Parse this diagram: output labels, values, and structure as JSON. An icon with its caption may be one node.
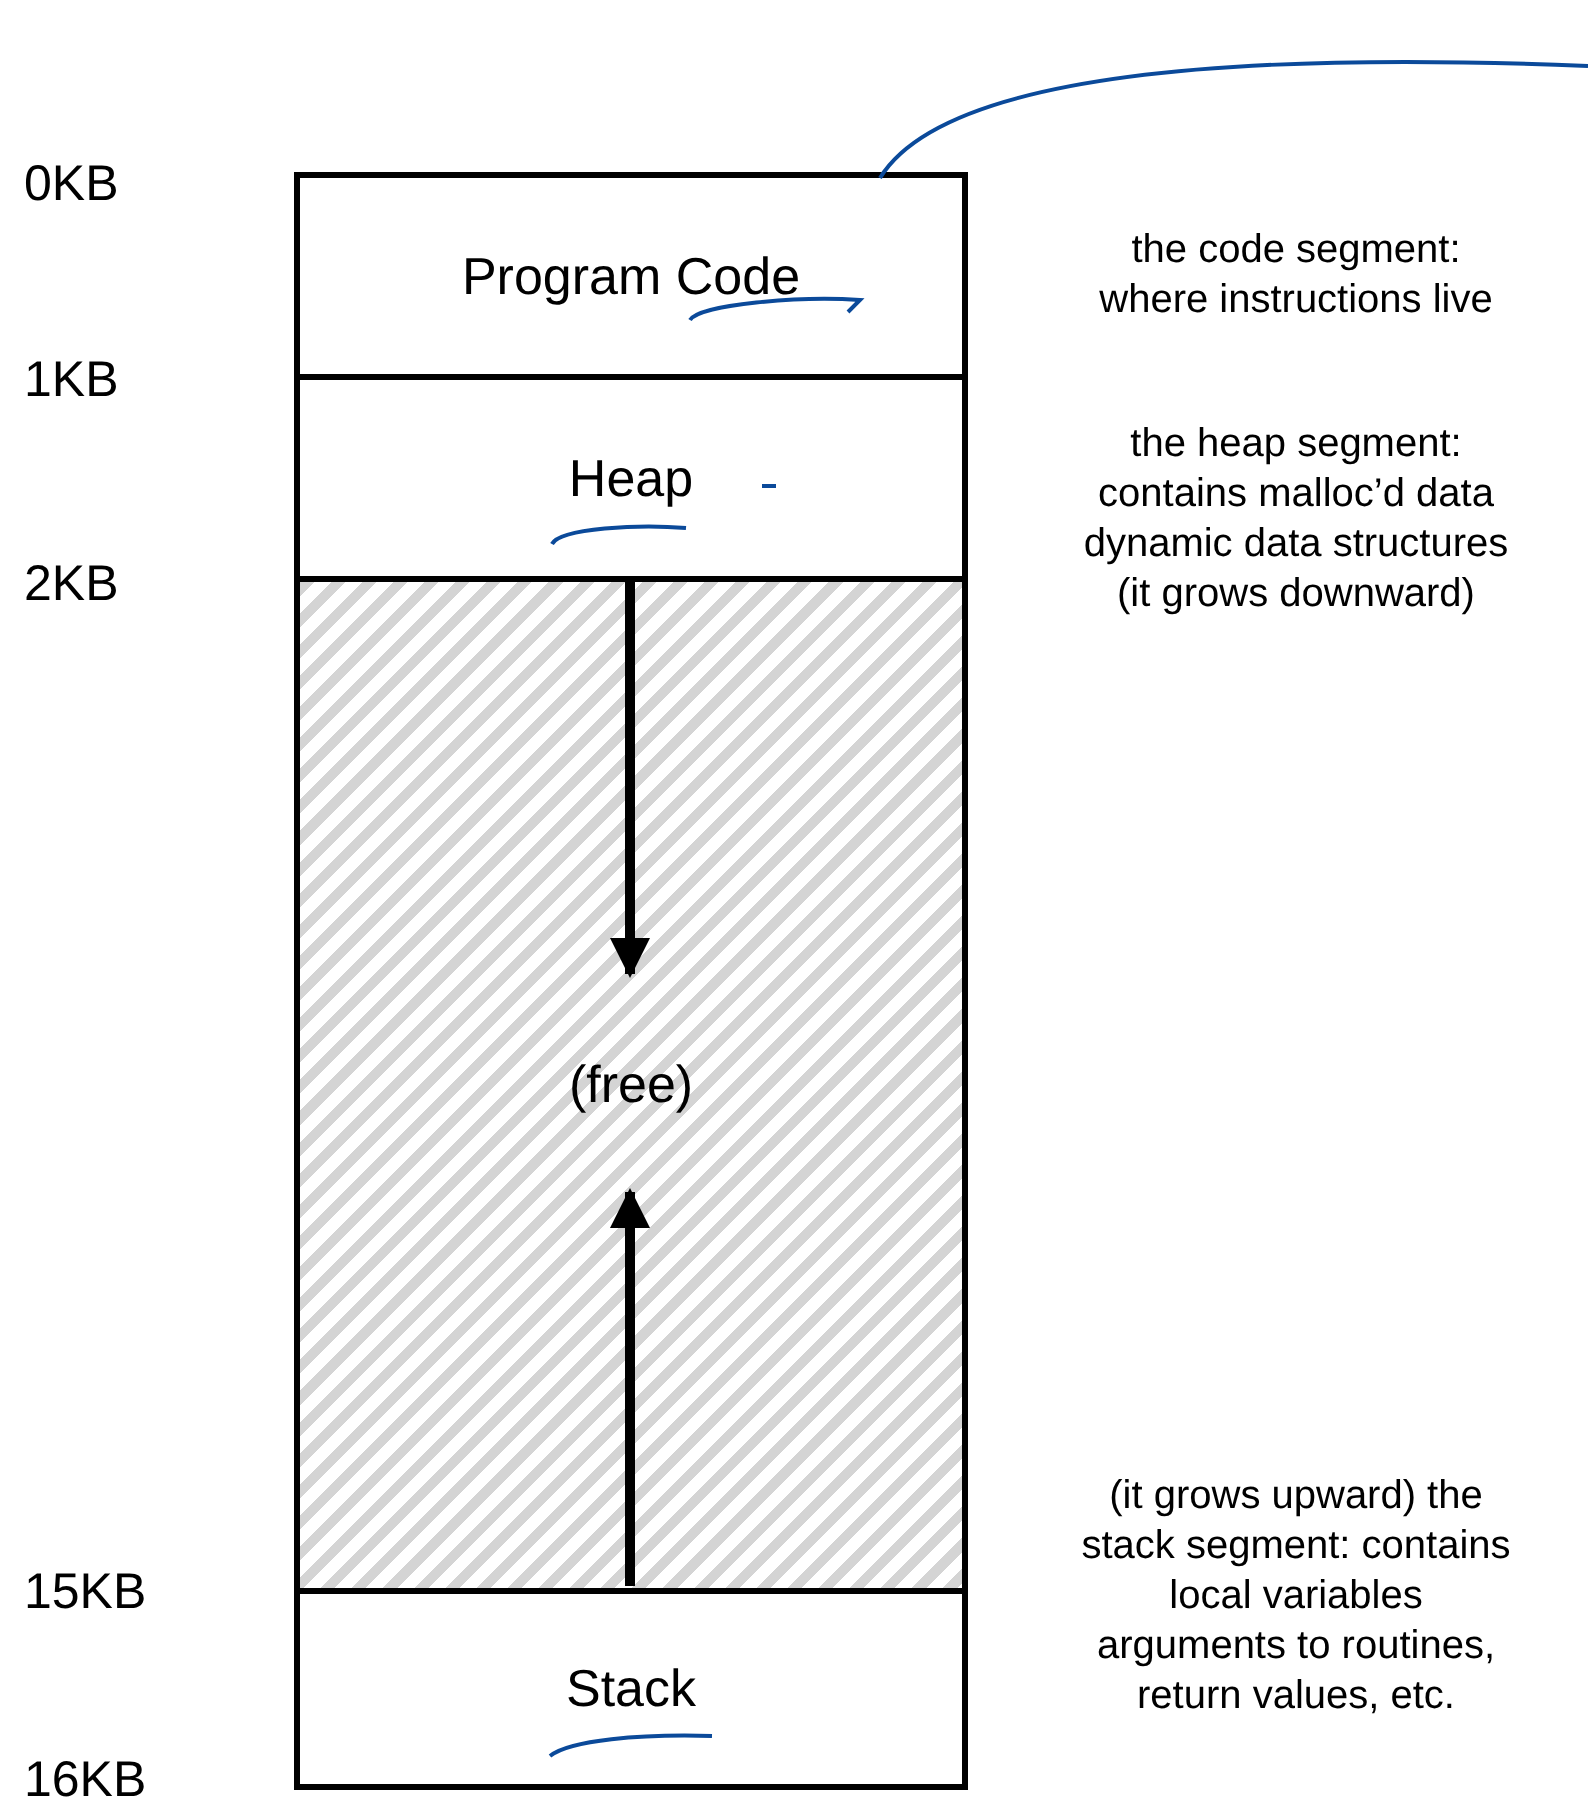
{
  "diagram": {
    "nodes": [
      {
        "text": [
          "Program Code"
        ],
        "beside": [
          "the code segment: where instructions live"
        ]
      },
      {
        "text": [
          "Heap"
        ],
        "beside": [
          "the heap segment: contains malloc’d data dynamic data structures (it grows downward)"
        ]
      },
      {
        "text": [
          "(free)"
        ]
      },
      {
        "text": [
          "Stack"
        ],
        "beside": [
          "(it grows upward) the stack segment: contains local variables arguments to routines, return values, etc."
        ]
      }
    ],
    "edges": [
      {
        "from": 1,
        "to": 2,
        "arrow": "to"
      },
      {
        "from": 3,
        "to": 2,
        "arrow": "to"
      }
    ],
    "labels": [
      "0KB",
      "1KB",
      "2KB",
      "15KB",
      "16KB"
    ]
  }
}
